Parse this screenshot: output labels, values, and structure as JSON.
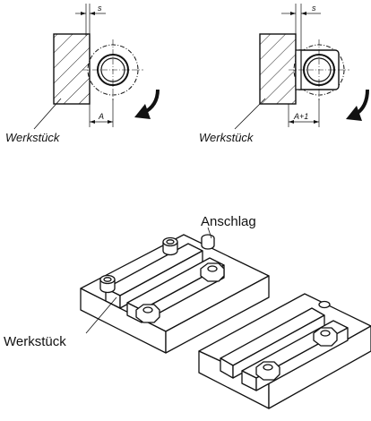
{
  "figure_top": {
    "left": {
      "dim_s": "s",
      "dim_a": "A",
      "workpiece_label": "Werkstück"
    },
    "right": {
      "dim_s": "s",
      "dim_a": "A+1",
      "workpiece_label": "Werkstück"
    }
  },
  "figure_bottom": {
    "stop_label": "Anschlag",
    "workpiece_label": "Werkstück"
  }
}
